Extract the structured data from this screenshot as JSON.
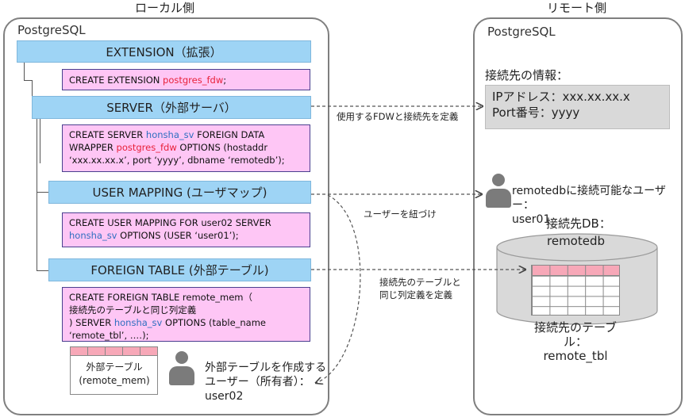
{
  "headers": {
    "local": "ローカル側",
    "remote": "リモート側"
  },
  "local": {
    "title": "PostgreSQL",
    "extension": {
      "bar": "EXTENSION（拡張）",
      "code_pre": "CREATE EXTENSION ",
      "code_red": "postgres_fdw",
      "code_post": ";"
    },
    "server": {
      "bar": "SERVER（外部サーバ）",
      "l1_pre": "CREATE SERVER ",
      "l1_blue": "honsha_sv",
      "l1_post": "  FOREIGN DATA",
      "l2_pre": "WRAPPER ",
      "l2_red": "postgres_fdw",
      "l2_post": "  OPTIONS (hostaddr",
      "l3": "‘xxx.xx.xx.x’, port ‘yyyy’,  dbname ‘remotedb’);"
    },
    "user_mapping": {
      "bar": "USER MAPPING (ユーザマップ)",
      "l1": "CREATE USER MAPPING FOR user02  SERVER",
      "l2_blue": "honsha_sv",
      "l2_post": "  OPTIONS (USER ‘user01’);"
    },
    "foreign_table": {
      "bar": "FOREIGN TABLE (外部テーブル)",
      "l1": "CREATE FOREIGN TABLE remote_mem（",
      "l2": "接続先のテーブルと同じ列定義",
      "l3_pre": ") SERVER ",
      "l3_blue": "honsha_sv",
      "l3_post": "  OPTIONS (table_name",
      "l4": "‘remote_tbl’,  ‥‥);"
    },
    "table_label_1": "外部テーブル",
    "table_label_2": "(remote_mem)",
    "owner": {
      "l1": "外部テーブルを作成する",
      "l2": "ユーザー（所有者）：",
      "l3": "user02"
    }
  },
  "remote": {
    "title": "PostgreSQL",
    "info_heading": "接続先の情報：",
    "ip": "IPアドレス：xxx.xx.xx.x",
    "port": "Port番号：yyyy",
    "user_l1": "remotedbに接続可能なユーザー：",
    "user_l2": "user01",
    "db_heading": "接続先DB：",
    "db_name": "remotedb",
    "table_l1": "接続先のテーブル：",
    "table_l2": "remote_tbl"
  },
  "arrows": {
    "server": "使用するFDWと接続先を定義",
    "user_mapping": "ユーザーを紐づけ",
    "foreign_l1": "接続先のテーブルと",
    "foreign_l2": "同じ列定義を定義"
  },
  "colors": {
    "bar": "#9ed4f5",
    "code_box": "#fec6f5",
    "keyword_red": "#e8213a",
    "keyword_blue": "#2e6fc0",
    "info_box": "#d9d9d9",
    "table_header": "#f7a8b8"
  },
  "icons": [
    "person-icon",
    "table-icon",
    "database-cylinder-icon"
  ]
}
